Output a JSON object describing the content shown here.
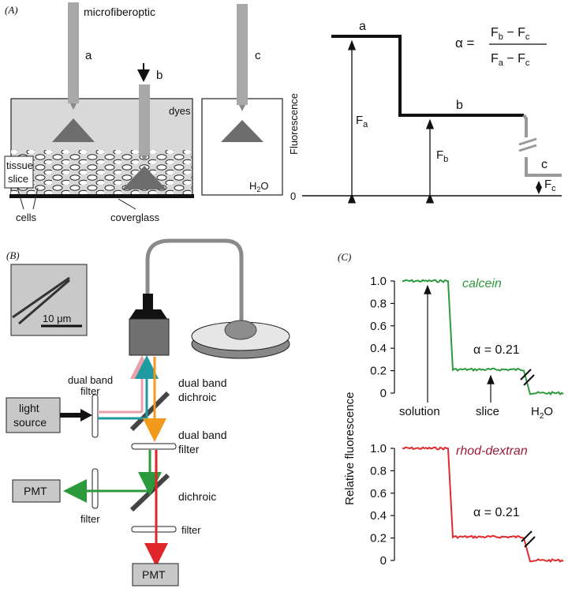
{
  "panel_a": {
    "label": "(A)",
    "microfiberoptic": "microfiberoptic",
    "fiber_a": "a",
    "fiber_b": "b",
    "fiber_c": "c",
    "dyes": "dyes",
    "tissue": "tissue",
    "slice": "slice",
    "h2o": "H",
    "h2o_sub": "2",
    "h2o_tail": "O",
    "cells": "cells",
    "coverglass": "coverglass",
    "plot": {
      "ylabel": "Fluorescence",
      "zero": "0",
      "level_a": "a",
      "level_b": "b",
      "level_c": "c",
      "fa": "F",
      "fa_sub": "a",
      "fb": "F",
      "fb_sub": "b",
      "fc": "F",
      "fc_sub": "c",
      "alpha": "α =",
      "num_f1": "F",
      "num_s1": "b",
      "num_minus": " − ",
      "num_f2": "F",
      "num_s2": "c",
      "den_f1": "F",
      "den_s1": "a",
      "den_minus": " − ",
      "den_f2": "F",
      "den_s2": "c"
    }
  },
  "panel_b": {
    "label": "(B)",
    "scale": "10 μm",
    "dual_band_filter_1": [
      "dual band",
      "filter"
    ],
    "dual_band_dichroic": [
      "dual band",
      "dichroic"
    ],
    "dual_band_filter_2": [
      "dual band",
      "filter"
    ],
    "light_source": [
      "light",
      "source"
    ],
    "pmt_left": "PMT",
    "pmt_bottom": "PMT",
    "filter_left": "filter",
    "dichroic": "dichroic",
    "filter_bottom": "filter",
    "colors": {
      "green": "#2a9a3c",
      "teal": "#1f9aa0",
      "pink": "#e9a0a8",
      "orange": "#f29a1e",
      "red": "#e0262a"
    }
  },
  "panel_c": {
    "label": "(C)",
    "ylabel": "Relative fluorescence",
    "top_series": "calcein",
    "bottom_series": "rhod-dextran",
    "alpha_top": "α = 0.21",
    "alpha_bottom": "α = 0.21",
    "solution": "solution",
    "slice": "slice",
    "h2o": "H",
    "h2o_sub": "2",
    "h2o_tail": "O",
    "colors": {
      "calcein": "#2e9a3e",
      "rhod": "#e02a2e",
      "rhod_label": "#9b1b3a"
    }
  },
  "chart_data": [
    {
      "type": "line",
      "name": "calcein",
      "ylim": [
        0,
        1.0
      ],
      "yticks": [
        "0",
        "0.2",
        "0.4",
        "0.6",
        "0.8",
        "1.0"
      ],
      "segments": [
        {
          "region": "solution",
          "value": 1.0
        },
        {
          "region": "slice",
          "value": 0.21
        },
        {
          "region": "H2O",
          "value": 0.0
        }
      ]
    },
    {
      "type": "line",
      "name": "rhod-dextran",
      "ylim": [
        0,
        1.0
      ],
      "yticks": [
        "0",
        "0.2",
        "0.4",
        "0.6",
        "0.8",
        "1.0"
      ],
      "segments": [
        {
          "region": "solution",
          "value": 1.0
        },
        {
          "region": "slice",
          "value": 0.21
        },
        {
          "region": "H2O",
          "value": 0.0
        }
      ]
    }
  ]
}
